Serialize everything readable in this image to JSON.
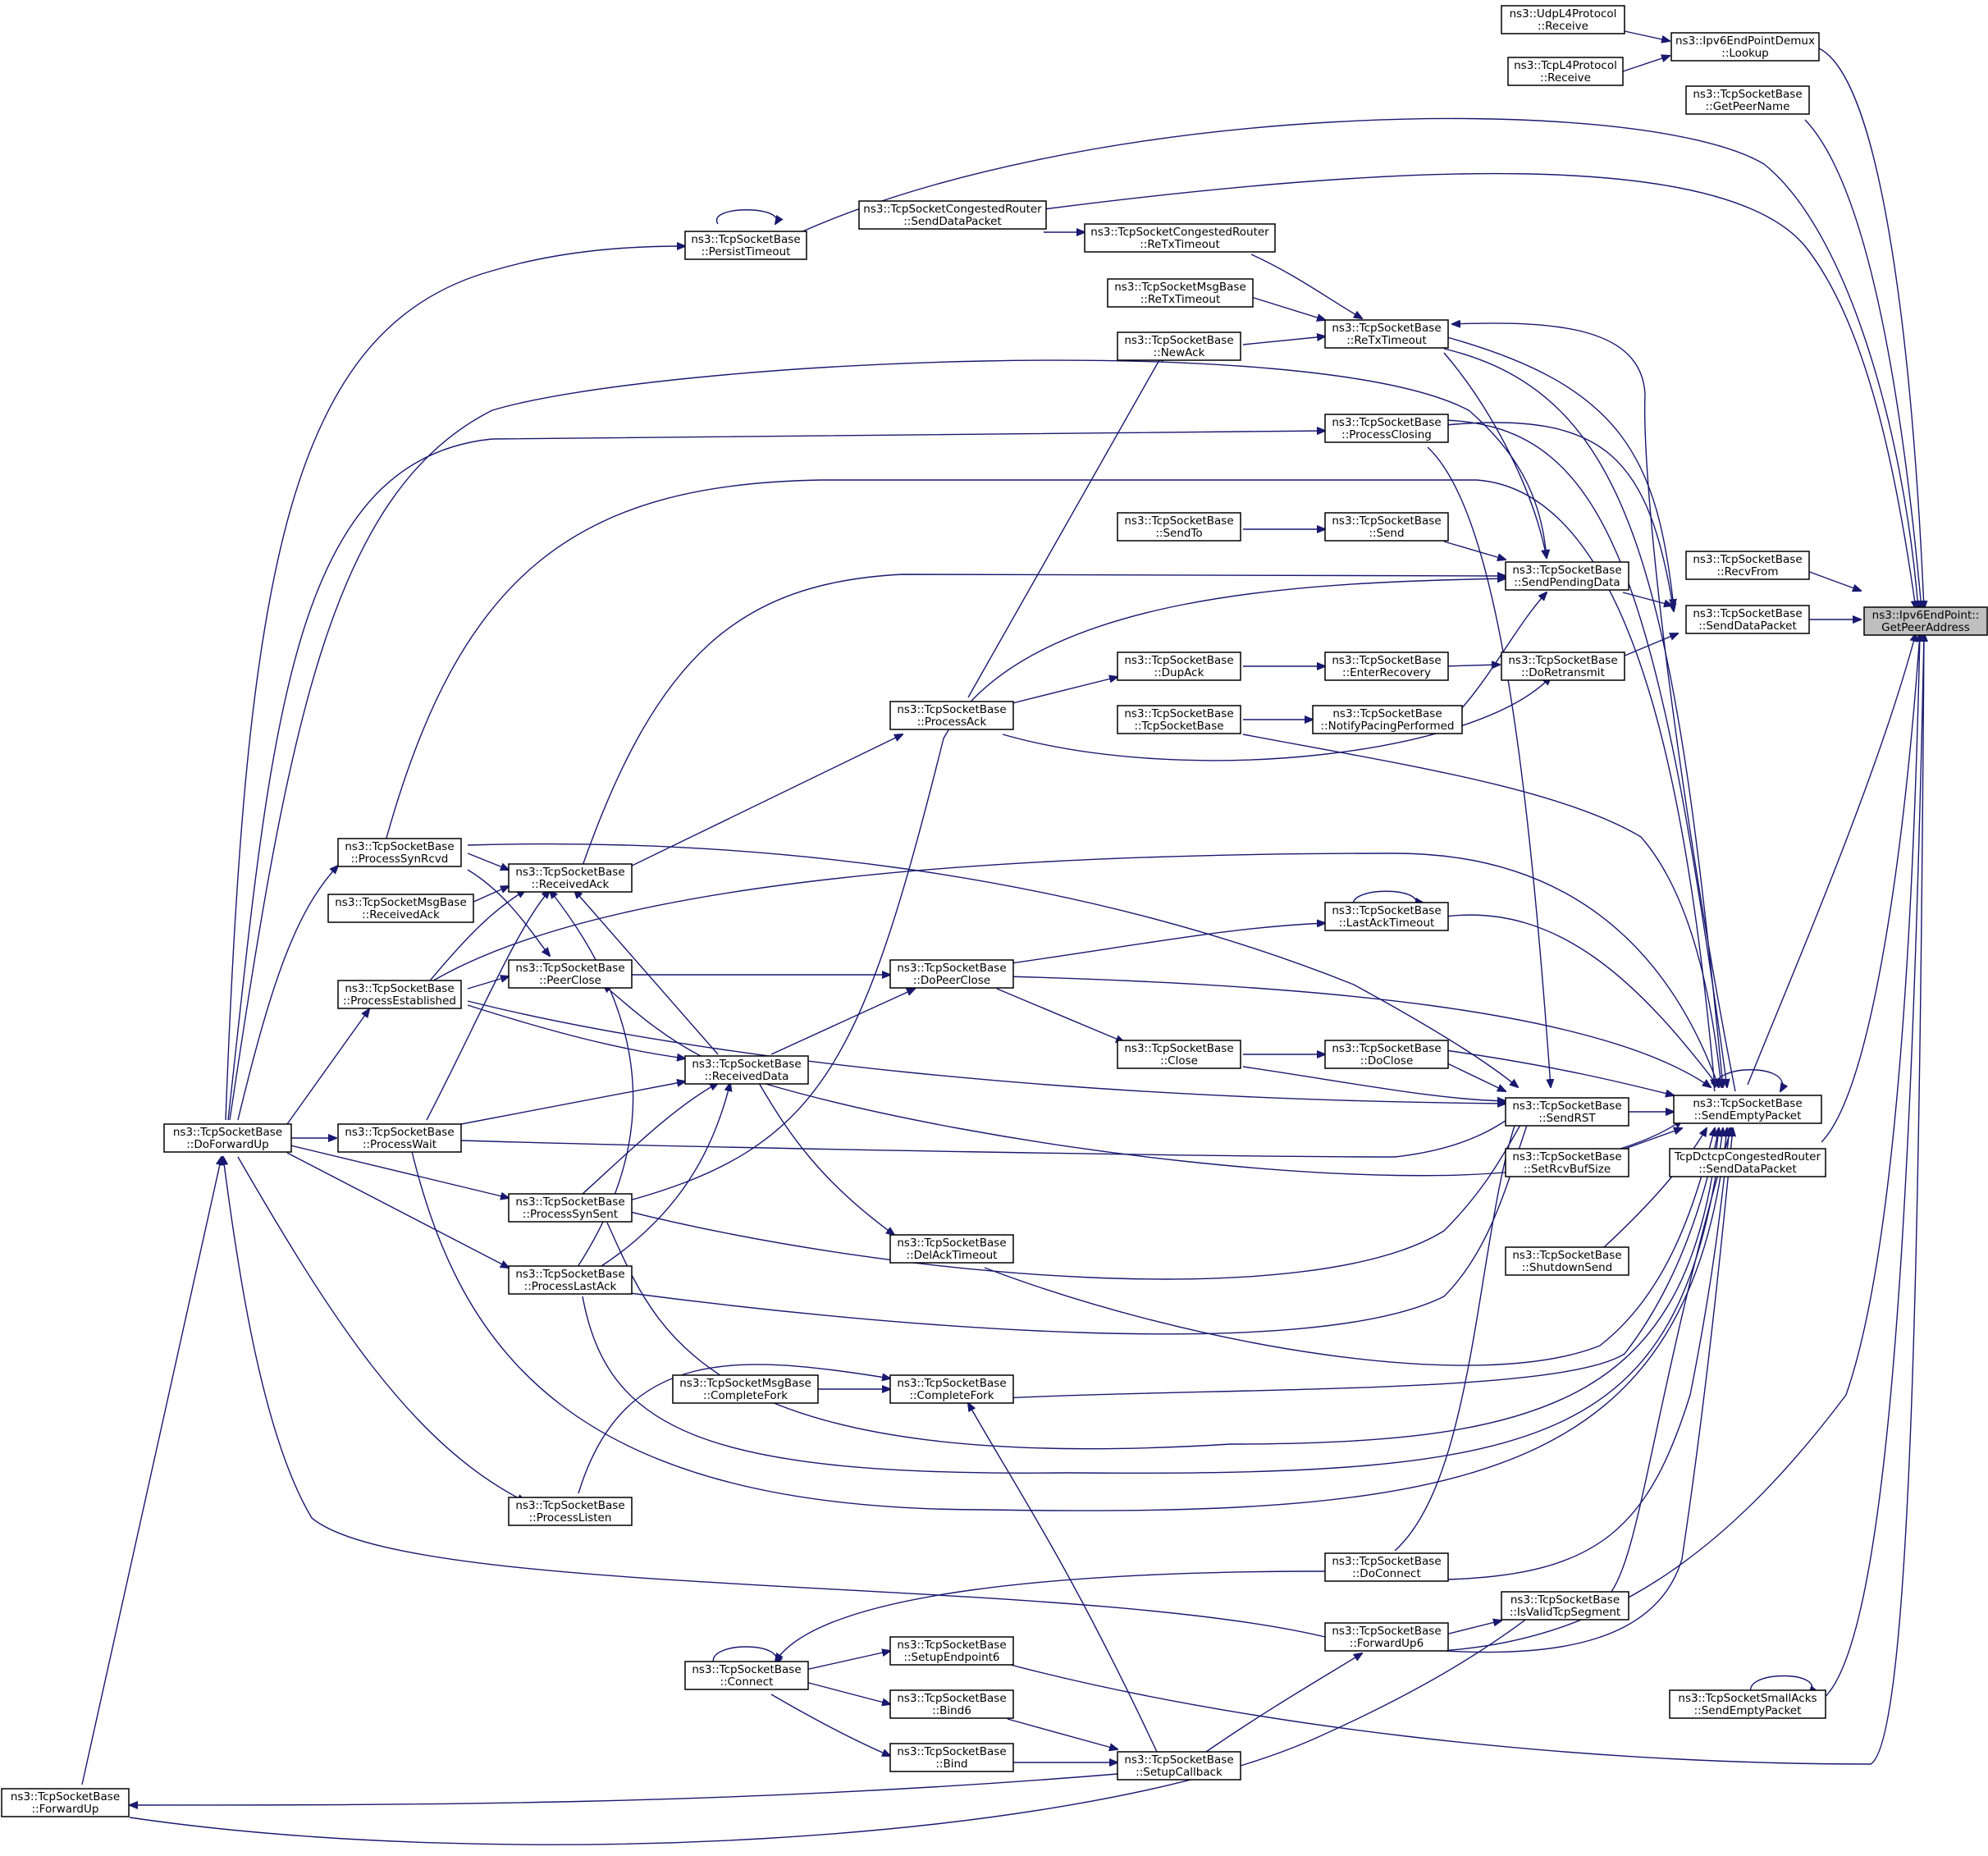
{
  "graph": {
    "title": "",
    "colors": {
      "edge": "#191970",
      "node_border": "#000000",
      "node_fill": "#ffffff",
      "focus_fill": "#bfbfbf"
    },
    "focus_node": "ipv6-getpeeraddress",
    "nodes": [
      {
        "id": "ipv6-getpeeraddress",
        "line1": "ns3::Ipv6EndPoint::",
        "line2": "GetPeerAddress"
      },
      {
        "id": "udp-receive",
        "line1": "ns3::UdpL4Protocol",
        "line2": "::Receive"
      },
      {
        "id": "tcp-l4-receive",
        "line1": "ns3::TcpL4Protocol",
        "line2": "::Receive"
      },
      {
        "id": "demux-lookup",
        "line1": "ns3::Ipv6EndPointDemux",
        "line2": "::Lookup"
      },
      {
        "id": "getpeername",
        "line1": "ns3::TcpSocketBase",
        "line2": "::GetPeerName"
      },
      {
        "id": "router-senddatapacket",
        "line1": "ns3::TcpSocketCongestedRouter",
        "line2": "::SendDataPacket"
      },
      {
        "id": "router-retxtimeout",
        "line1": "ns3::TcpSocketCongestedRouter",
        "line2": "::ReTxTimeout"
      },
      {
        "id": "persisttimeout",
        "line1": "ns3::TcpSocketBase",
        "line2": "::PersistTimeout"
      },
      {
        "id": "msgbase-retxtimeout",
        "line1": "ns3::TcpSocketMsgBase",
        "line2": "::ReTxTimeout"
      },
      {
        "id": "retxtimeout",
        "line1": "ns3::TcpSocketBase",
        "line2": "::ReTxTimeout"
      },
      {
        "id": "newack",
        "line1": "ns3::TcpSocketBase",
        "line2": "::NewAck"
      },
      {
        "id": "processclosing",
        "line1": "ns3::TcpSocketBase",
        "line2": "::ProcessClosing"
      },
      {
        "id": "sendto",
        "line1": "ns3::TcpSocketBase",
        "line2": "::SendTo"
      },
      {
        "id": "send",
        "line1": "ns3::TcpSocketBase",
        "line2": "::Send"
      },
      {
        "id": "sendpendingdata",
        "line1": "ns3::TcpSocketBase",
        "line2": "::SendPendingData"
      },
      {
        "id": "recvfrom",
        "line1": "ns3::TcpSocketBase",
        "line2": "::RecvFrom"
      },
      {
        "id": "senddatapacket",
        "line1": "ns3::TcpSocketBase",
        "line2": "::SendDataPacket"
      },
      {
        "id": "dupack",
        "line1": "ns3::TcpSocketBase",
        "line2": "::DupAck"
      },
      {
        "id": "enterrecovery",
        "line1": "ns3::TcpSocketBase",
        "line2": "::EnterRecovery"
      },
      {
        "id": "doretransmit",
        "line1": "ns3::TcpSocketBase",
        "line2": "::DoRetransmit"
      },
      {
        "id": "processack",
        "line1": "ns3::TcpSocketBase",
        "line2": "::ProcessAck"
      },
      {
        "id": "tcpsocketbase",
        "line1": "ns3::TcpSocketBase",
        "line2": "::TcpSocketBase"
      },
      {
        "id": "notifypacing",
        "line1": "ns3::TcpSocketBase",
        "line2": "::NotifyPacingPerformed"
      },
      {
        "id": "processsynrcvd",
        "line1": "ns3::TcpSocketBase",
        "line2": "::ProcessSynRcvd"
      },
      {
        "id": "receivedack",
        "line1": "ns3::TcpSocketBase",
        "line2": "::ReceivedAck"
      },
      {
        "id": "msgbase-receivedack",
        "line1": "ns3::TcpSocketMsgBase",
        "line2": "::ReceivedAck"
      },
      {
        "id": "lastacktimeout",
        "line1": "ns3::TcpSocketBase",
        "line2": "::LastAckTimeout"
      },
      {
        "id": "processestablished",
        "line1": "ns3::TcpSocketBase",
        "line2": "::ProcessEstablished"
      },
      {
        "id": "peerclose",
        "line1": "ns3::TcpSocketBase",
        "line2": "::PeerClose"
      },
      {
        "id": "dopeerclose",
        "line1": "ns3::TcpSocketBase",
        "line2": "::DoPeerClose"
      },
      {
        "id": "close",
        "line1": "ns3::TcpSocketBase",
        "line2": "::Close"
      },
      {
        "id": "doclose",
        "line1": "ns3::TcpSocketBase",
        "line2": "::DoClose"
      },
      {
        "id": "receiveddata",
        "line1": "ns3::TcpSocketBase",
        "line2": "::ReceivedData"
      },
      {
        "id": "sendemptypacket",
        "line1": "ns3::TcpSocketBase",
        "line2": "::SendEmptyPacket"
      },
      {
        "id": "sendrst",
        "line1": "ns3::TcpSocketBase",
        "line2": "::SendRST"
      },
      {
        "id": "doforwardup",
        "line1": "ns3::TcpSocketBase",
        "line2": "::DoForwardUp"
      },
      {
        "id": "processwait",
        "line1": "ns3::TcpSocketBase",
        "line2": "::ProcessWait"
      },
      {
        "id": "setrcvbufsize",
        "line1": "ns3::TcpSocketBase",
        "line2": "::SetRcvBufSize"
      },
      {
        "id": "dctcp-senddatapacket",
        "line1": "TcpDctcpCongestedRouter",
        "line2": "::SendDataPacket"
      },
      {
        "id": "processsynsent",
        "line1": "ns3::TcpSocketBase",
        "line2": "::ProcessSynSent"
      },
      {
        "id": "delacktimeout",
        "line1": "ns3::TcpSocketBase",
        "line2": "::DelAckTimeout"
      },
      {
        "id": "shutdownsend",
        "line1": "ns3::TcpSocketBase",
        "line2": "::ShutdownSend"
      },
      {
        "id": "processlastack",
        "line1": "ns3::TcpSocketBase",
        "line2": "::ProcessLastAck"
      },
      {
        "id": "msgbase-completefork",
        "line1": "ns3::TcpSocketMsgBase",
        "line2": "::CompleteFork"
      },
      {
        "id": "completefork",
        "line1": "ns3::TcpSocketBase",
        "line2": "::CompleteFork"
      },
      {
        "id": "processlisten",
        "line1": "ns3::TcpSocketBase",
        "line2": "::ProcessListen"
      },
      {
        "id": "doconnect",
        "line1": "ns3::TcpSocketBase",
        "line2": "::DoConnect"
      },
      {
        "id": "isvalidtcpsegment",
        "line1": "ns3::TcpSocketBase",
        "line2": "::IsValidTcpSegment"
      },
      {
        "id": "forwardup6",
        "line1": "ns3::TcpSocketBase",
        "line2": "::ForwardUp6"
      },
      {
        "id": "setupendpoint6",
        "line1": "ns3::TcpSocketBase",
        "line2": "::SetupEndpoint6"
      },
      {
        "id": "connect",
        "line1": "ns3::TcpSocketBase",
        "line2": "::Connect"
      },
      {
        "id": "bind6",
        "line1": "ns3::TcpSocketBase",
        "line2": "::Bind6"
      },
      {
        "id": "smallacks-sendemptypacket",
        "line1": "ns3::TcpSocketSmallAcks",
        "line2": "::SendEmptyPacket"
      },
      {
        "id": "bind",
        "line1": "ns3::TcpSocketBase",
        "line2": "::Bind"
      },
      {
        "id": "setupcallback",
        "line1": "ns3::TcpSocketBase",
        "line2": "::SetupCallback"
      },
      {
        "id": "forwardup",
        "line1": "ns3::TcpSocketBase",
        "line2": "::ForwardUp"
      }
    ]
  }
}
